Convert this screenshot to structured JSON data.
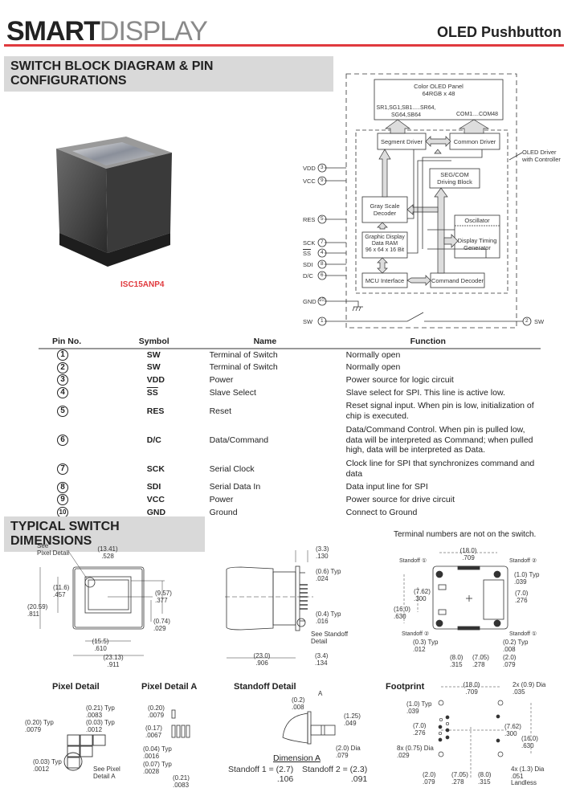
{
  "header": {
    "logo_smart": "SMART",
    "logo_display": "DISPLAY",
    "product": "OLED Pushbutton",
    "accent_color": "#e03a3e"
  },
  "section1": {
    "title": "SWITCH BLOCK DIAGRAM & PIN CONFIGURATIONS",
    "photo_caption": "ISC15ANP4"
  },
  "block_diagram": {
    "panel": "Color OLED Panel\n64RGB x 48",
    "seg_lines": "SR1,SG1,SB1.....SR64,\nSG64,SB64",
    "com_lines": "COM1....COM48",
    "segment_driver": "Segment Driver",
    "common_driver": "Common Driver",
    "seg_com": "SEG/COM\nDriving Block",
    "gray_scale": "Gray Scale\nDecoder",
    "oscillator": "Oscillator",
    "timing": "Display Timing\nGenerator",
    "gdram": "Graphic Display\nData        RAM\n96 x 64 x 16 Bit",
    "mcu": "MCU Interface",
    "command_decoder": "Command Decoder",
    "driver_label": "OLED Driver\nwith Controller",
    "pins": [
      {
        "label": "VDD",
        "num": "3"
      },
      {
        "label": "VCC",
        "num": "9"
      },
      {
        "label": "RES",
        "num": "5"
      },
      {
        "label": "SCK",
        "num": "7"
      },
      {
        "label": "SS",
        "num": "4"
      },
      {
        "label": "SDI",
        "num": "8"
      },
      {
        "label": "D/C",
        "num": "6"
      },
      {
        "label": "GND",
        "num": "10"
      },
      {
        "label": "SW",
        "num": "1"
      }
    ],
    "sw2": {
      "label": "SW",
      "num": "2"
    }
  },
  "pin_table": {
    "headers": [
      "Pin No.",
      "Symbol",
      "Name",
      "Function"
    ],
    "rows": [
      {
        "pin": "1",
        "symbol": "SW",
        "name": "Terminal of Switch",
        "function": "Normally open"
      },
      {
        "pin": "2",
        "symbol": "SW",
        "name": "Terminal of Switch",
        "function": "Normally open"
      },
      {
        "pin": "3",
        "symbol": "VDD",
        "name": "Power",
        "function": "Power source for logic circuit"
      },
      {
        "pin": "4",
        "symbol": "SS",
        "name": "Slave Select",
        "function": "Slave select for SPI. This line is active low."
      },
      {
        "pin": "5",
        "symbol": "RES",
        "name": "Reset",
        "function": "Reset signal input. When pin is low, initialization of chip is executed."
      },
      {
        "pin": "6",
        "symbol": "D/C",
        "name": "Data/Command",
        "function": "Data/Command Control. When pin is pulled low, data will be interpreted as Command; when pulled high, data will be interpreted as Data."
      },
      {
        "pin": "7",
        "symbol": "SCK",
        "name": "Serial Clock",
        "function": "Clock line for SPI that synchronizes command and data"
      },
      {
        "pin": "8",
        "symbol": "SDI",
        "name": "Serial Data In",
        "function": "Data input line for SPI"
      },
      {
        "pin": "9",
        "symbol": "VCC",
        "name": "Power",
        "function": "Power source for drive circuit"
      },
      {
        "pin": "10",
        "symbol": "GND",
        "name": "Ground",
        "function": "Connect to Ground"
      }
    ]
  },
  "section2": {
    "title": "TYPICAL SWITCH DIMENSIONS",
    "note": "Terminal numbers are not on the switch."
  },
  "front_view": [
    "See\nPixel Detail",
    "(13.41)\n.528",
    "(11.6)\n.457",
    "(20.59)\n.811",
    "(9.57)\n.377",
    "(0.74)\n.029",
    "(15.5)\n.610",
    "(23.13)\n.911"
  ],
  "side_view": [
    "(3.3)\n.130",
    "(0.6) Typ\n.024",
    "(0.4) Typ\n.016",
    "See Standoff\nDetail",
    "(23.0)\n.906",
    "(3.4)\n.134"
  ],
  "terminal_view": [
    "(18.0)\n.709",
    "Standoff ①",
    "Standoff ②",
    "(1.0) Typ\n.039",
    "(7.0)\n.276",
    "(7.62)\n.300",
    "(16.0)\n.630",
    "Standoff ②",
    "Standoff ①",
    "(0.3) Typ\n.012",
    "(0.2) Typ\n.008",
    "(8.0)\n.315",
    "(7.05)\n.278",
    "(2.0)\n.079"
  ],
  "pixel_detail": {
    "title": "Pixel Detail",
    "labels": [
      "(0.21) Typ\n.0083",
      "(0.20) Typ\n.0079",
      "(0.03) Typ\n.0012",
      "(0.03) Typ\n.0012",
      "See Pixel\nDetail A"
    ]
  },
  "pixel_detail_a": {
    "title": "Pixel Detail A",
    "labels": [
      "(0.20)\n.0079",
      "(0.17)\n.0067",
      "(0.04) Typ\n.0016",
      "(0.07) Typ\n.0028",
      "(0.21)\n.0083"
    ]
  },
  "standoff_detail": {
    "title": "Standoff Detail",
    "labels": [
      "(0.2)\n.008",
      "A",
      "(1.25)\n.049",
      "(2.0) Dia\n.079"
    ],
    "dimension_a": "Dimension A",
    "standoff1": "Standoff 1 = (2.7)\n.106",
    "standoff2": "Standoff 2 = (2.3)\n.091"
  },
  "footprint": {
    "title": "Footprint",
    "labels": [
      "(18.0)\n.709",
      "2x (0.9) Dia\n.035",
      "(1.0) Typ\n.039",
      "(7.0)\n.276",
      "(7.62)\n.300",
      "(16.0)\n.630",
      "8x (0.75) Dia\n.029",
      "4x (1.3) Dia\n.051\nLandless",
      "(2.0)\n.079",
      "(7.05)\n.278",
      "(8.0)\n.315"
    ]
  }
}
